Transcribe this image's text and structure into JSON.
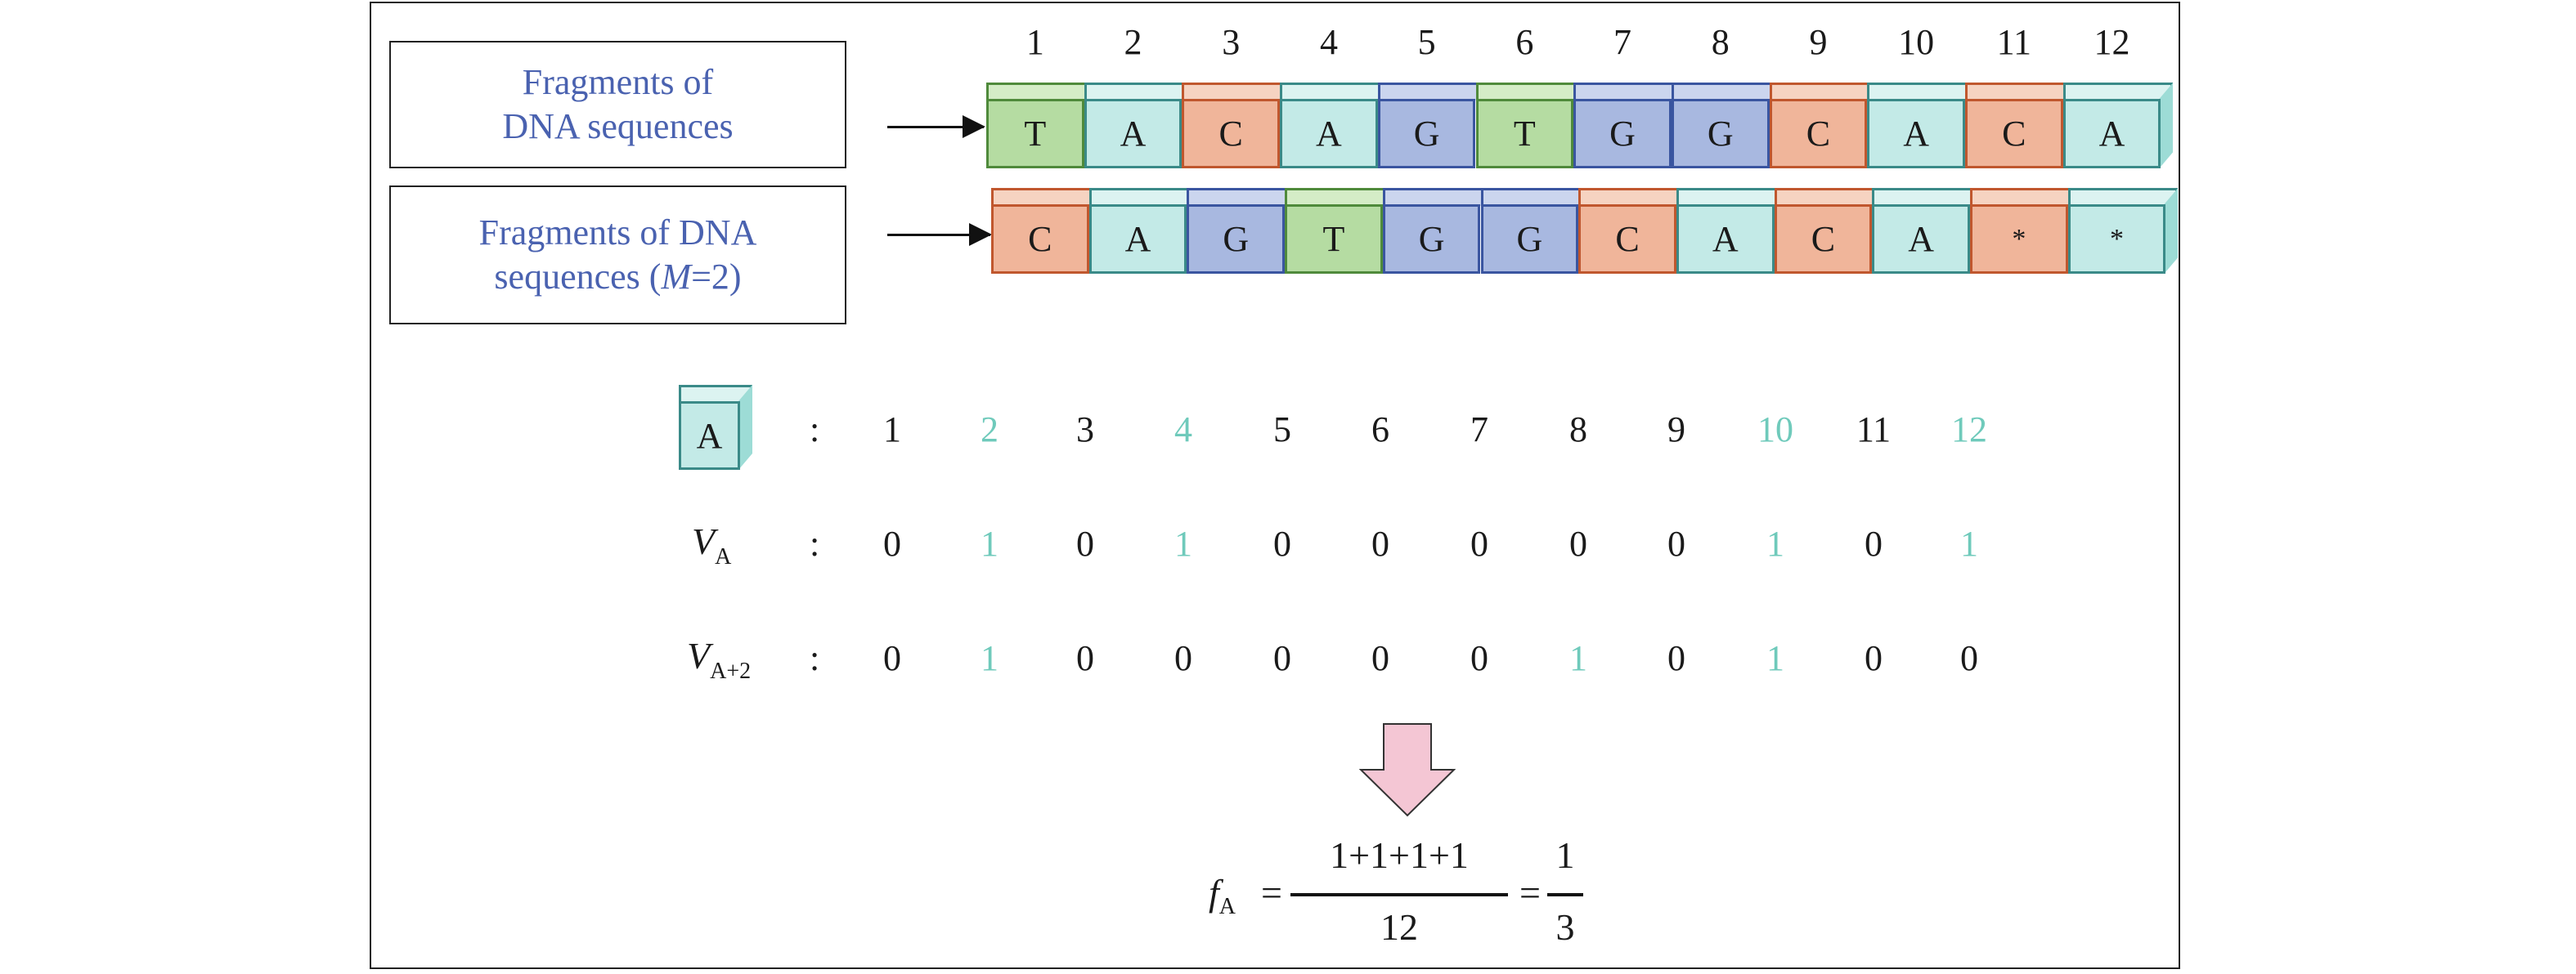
{
  "labels": {
    "row1_line1": "Fragments of",
    "row1_line2": "DNA sequences",
    "row2_line1": "Fragments of DNA",
    "row2_line2_prefix": "sequences (",
    "row2_line2_var": "M",
    "row2_line2_suffix": "=2)"
  },
  "indices": [
    "1",
    "2",
    "3",
    "4",
    "5",
    "6",
    "7",
    "8",
    "9",
    "10",
    "11",
    "12"
  ],
  "sequence": [
    "T",
    "A",
    "C",
    "A",
    "G",
    "T",
    "G",
    "G",
    "C",
    "A",
    "C",
    "A"
  ],
  "sequence_m2": [
    "C",
    "A",
    "G",
    "T",
    "G",
    "G",
    "C",
    "A",
    "C",
    "A",
    "*",
    "*"
  ],
  "legend_base": "A",
  "colon": ":",
  "positions_highlight": [
    false,
    true,
    false,
    true,
    false,
    false,
    false,
    false,
    false,
    true,
    false,
    true
  ],
  "va_label": {
    "main": "V",
    "sub": "A"
  },
  "va_values": [
    "0",
    "1",
    "0",
    "1",
    "0",
    "0",
    "0",
    "0",
    "0",
    "1",
    "0",
    "1"
  ],
  "va2_label": {
    "main": "V",
    "sub": "A+2"
  },
  "va2_values": [
    "0",
    "1",
    "0",
    "0",
    "0",
    "0",
    "0",
    "1",
    "0",
    "1",
    "0",
    "0"
  ],
  "formula": {
    "lhs_main": "f",
    "lhs_sub": "A",
    "eq1": "=",
    "numerator": "1+1+1+1",
    "denominator": "12",
    "eq2": "=",
    "result_num": "1",
    "result_den": "3"
  },
  "colors": {
    "T": {
      "fill": "#b5dca2",
      "top": "#d4ecc6",
      "border": "#4f8a3b"
    },
    "A": {
      "fill": "#c3eae7",
      "top": "#dcf3f1",
      "border": "#3a8a88"
    },
    "C": {
      "fill": "#f0b59a",
      "top": "#f6d3c1",
      "border": "#c0572e"
    },
    "G": {
      "fill": "#a8b8e0",
      "top": "#cbd5ee",
      "border": "#3a55a0"
    },
    "*_odd": {
      "fill": "#f0b59a",
      "top": "#f6d3c1",
      "border": "#c0572e"
    },
    "*_even": {
      "fill": "#c3eae7",
      "top": "#dcf3f1",
      "border": "#3a8a88"
    },
    "label_text": "#4a62b0",
    "highlight": "#6fcabb",
    "pink_arrow": "#f4c6d4"
  }
}
